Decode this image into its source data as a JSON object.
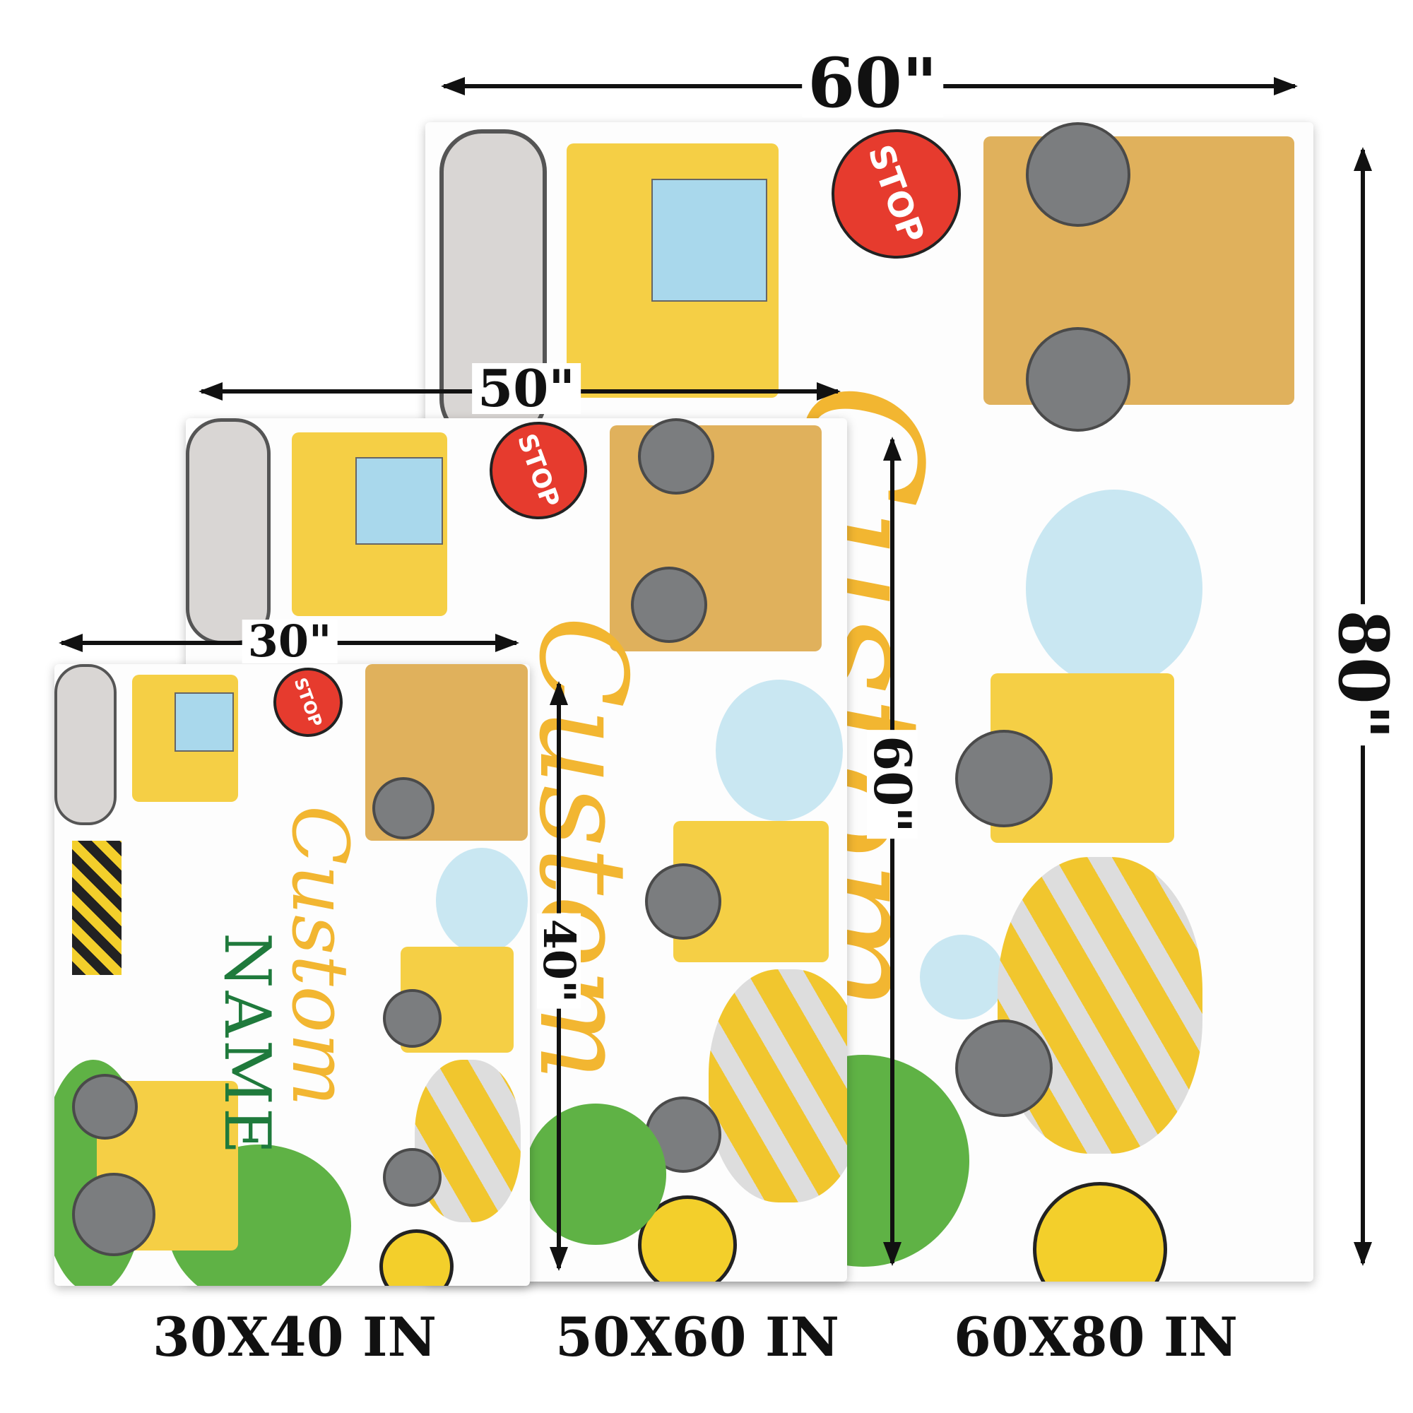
{
  "dimensions": {
    "large_width": "60\"",
    "large_height": "80\"",
    "medium_width": "50\"",
    "medium_height": "60\"",
    "small_width": "30\"",
    "small_height": "40\""
  },
  "size_labels": [
    "30X40 IN",
    "50X60 IN",
    "60X80 IN"
  ],
  "blanket_print": {
    "script_text": "Custom",
    "name_text": "NAME",
    "stop_sign_text": "STOP"
  },
  "colors": {
    "script": "#f2b631",
    "name": "#1f7a3c",
    "truck_yellow": "#f5cf45",
    "stop_red": "#e63b2e"
  }
}
